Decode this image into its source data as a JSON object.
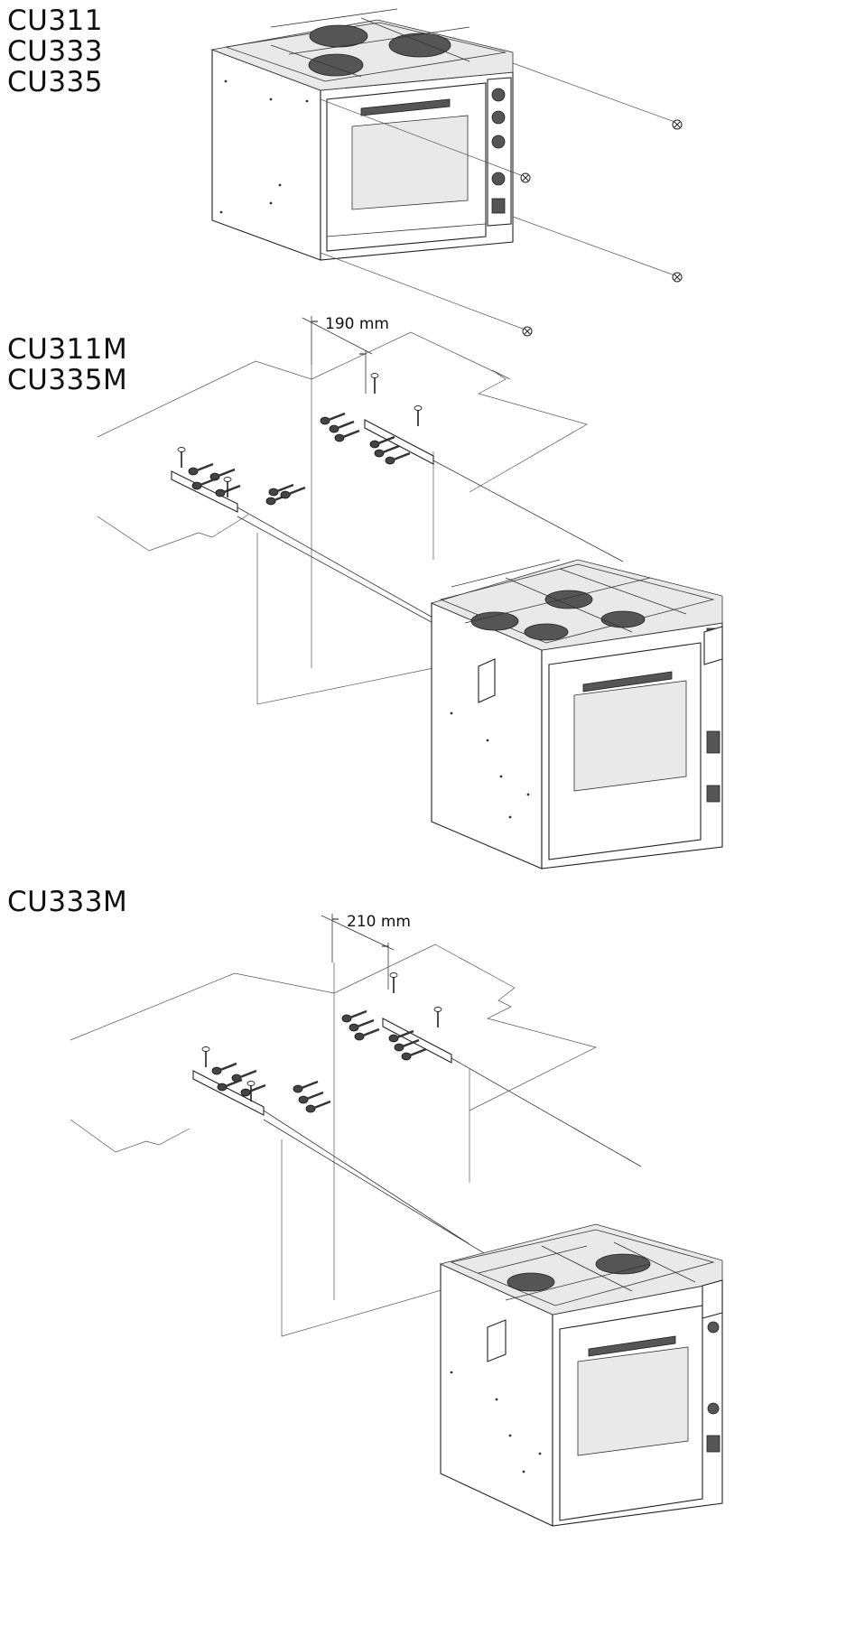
{
  "section_1": {
    "models": [
      "CU311",
      "CU333",
      "CU335"
    ]
  },
  "section_2": {
    "models": [
      "CU311M",
      "CU335M"
    ],
    "dimension": "190 mm"
  },
  "section_3": {
    "models": [
      "CU333M"
    ],
    "dimension": "210 mm"
  }
}
